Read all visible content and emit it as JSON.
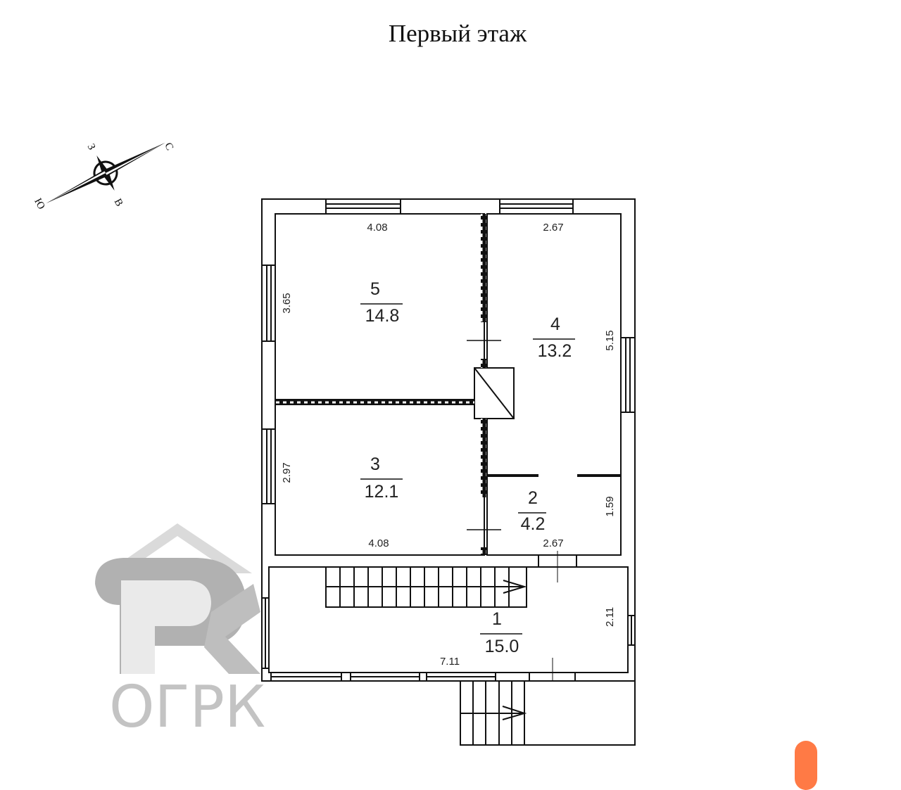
{
  "title": "Первый этаж",
  "compass": {
    "north": "С",
    "south": "Ю",
    "west": "З",
    "east": "В"
  },
  "rooms": [
    {
      "number": "1",
      "area": "15.0",
      "width": "7.11",
      "height": "2.11"
    },
    {
      "number": "2",
      "area": "4.2",
      "width": "2.67",
      "height": "1.59"
    },
    {
      "number": "3",
      "area": "12.1",
      "width": "4.08",
      "height": "2.97"
    },
    {
      "number": "4",
      "area": "13.2",
      "width": "2.67",
      "height": "5.15"
    },
    {
      "number": "5",
      "area": "14.8",
      "width": "4.08",
      "height": "3.65"
    }
  ],
  "watermark": {
    "text": "ОГРК",
    "color": "#bdbdbd"
  },
  "accent": {
    "orange": "#ff7a45"
  }
}
